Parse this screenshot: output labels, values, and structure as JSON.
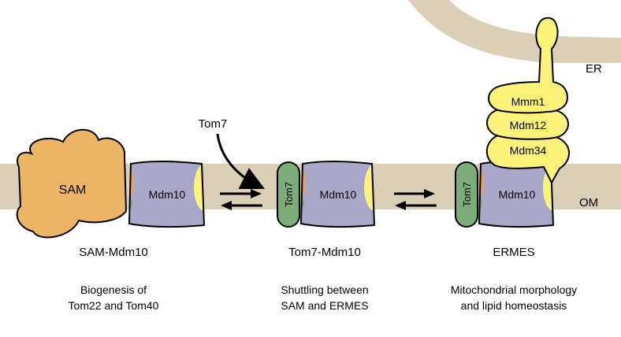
{
  "colors": {
    "membrane": "#dccfb8",
    "sam": "#ecb566",
    "mdm10": "#a9a8c9",
    "tom7": "#7cad79",
    "ermes_yellow": "#fdf27a",
    "orange_patch": "#e8a260",
    "green_patch": "#7cad79"
  },
  "membranes": {
    "er_label": "ER",
    "om_label": "OM"
  },
  "free_tom7_label": "Tom7",
  "complexes": [
    {
      "id": "sam-mdm10",
      "sam_label": "SAM",
      "mdm10_label": "Mdm10",
      "name": "SAM-Mdm10",
      "function_line1": "Biogenesis of",
      "function_line2": "Tom22 and Tom40"
    },
    {
      "id": "tom7-mdm10",
      "tom7_label": "Tom7",
      "mdm10_label": "Mdm10",
      "name": "Tom7-Mdm10",
      "function_line1": "Shuttling between",
      "function_line2": "SAM and ERMES"
    },
    {
      "id": "ermes",
      "tom7_label": "Tom7",
      "mdm10_label": "Mdm10",
      "mmm1_label": "Mmm1",
      "mdm12_label": "Mdm12",
      "mdm34_label": "Mdm34",
      "name": "ERMES",
      "function_line1": "Mitochondrial morphology",
      "function_line2": "and lipid homeostasis"
    }
  ]
}
